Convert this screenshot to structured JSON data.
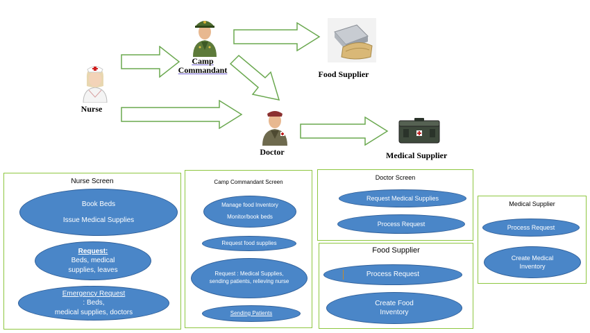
{
  "actors": {
    "nurse": "Nurse",
    "camp_commandant": "Camp\nCommandant",
    "food_supplier": "Food Supplier",
    "doctor": "Doctor",
    "medical_supplier": "Medical Supplier"
  },
  "screens": {
    "nurse": {
      "title": "Nurse Screen",
      "book_beds": "Book Beds",
      "issue_medical": "Issue Medical Supplies",
      "request_label": "Request:",
      "request_text_1": " Beds, medical",
      "request_text_2": "supplies, leaves",
      "emergency_label": "Emergency Request",
      "emergency_text_1": ": Beds,",
      "emergency_text_2": "medical supplies, doctors"
    },
    "camp_commandant": {
      "title": "Camp Commandant Screen",
      "manage_food": "Manage food Inventory",
      "monitor_beds": "Monitor/book beds",
      "request_food": "Request food supplies",
      "request_med_1": "Request : Medical Supplies,",
      "request_med_2": "sending patients, relieving nurse",
      "sending_patients": "Sending  Patients"
    },
    "doctor": {
      "title": "Doctor Screen",
      "request_medical": "Request Medical Supplies",
      "process_request": "Process Request"
    },
    "food_supplier": {
      "title": "Food Supplier",
      "process_request": "Process Request",
      "create_food_1": "Create Food",
      "create_food_2": "Inventory"
    },
    "medical_supplier": {
      "title": "Medical Supplier",
      "process_request": "Process Request",
      "create_med_1": "Create Medical",
      "create_med_2": "Inventory"
    }
  },
  "colors": {
    "ellipse_fill": "#4a86c8",
    "panel_border": "#8dc63f",
    "arrow_fill": "#ffffff",
    "arrow_stroke": "#6aa84f"
  }
}
